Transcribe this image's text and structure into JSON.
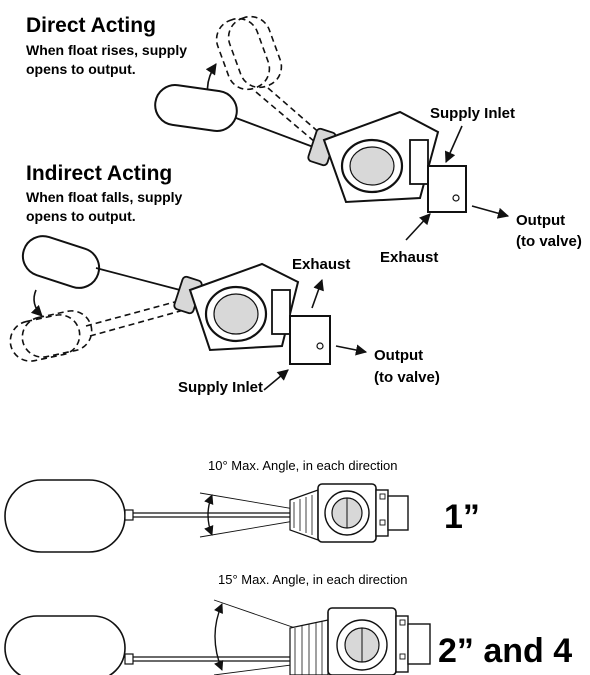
{
  "direct": {
    "title": "Direct Acting",
    "desc_line1": "When float rises, supply",
    "desc_line2": "opens to output.",
    "supply_inlet": "Supply Inlet",
    "exhaust": "Exhaust",
    "output_line1": "Output",
    "output_line2": "(to valve)"
  },
  "indirect": {
    "title": "Indirect Acting",
    "desc_line1": "When float falls, supply",
    "desc_line2": "opens to output.",
    "exhaust": "Exhaust",
    "supply_inlet": "Supply Inlet",
    "output_line1": "Output",
    "output_line2": "(to valve)"
  },
  "size_1in": {
    "angle_note": "10° Max. Angle, in each direction",
    "size_label": "1”"
  },
  "size_2_4in": {
    "angle_note": "15° Max. Angle, in each direction",
    "size_label": "2” and 4"
  },
  "colors": {
    "ink": "#111111",
    "fill": "#ffffff",
    "shade": "#d8d8d8"
  }
}
